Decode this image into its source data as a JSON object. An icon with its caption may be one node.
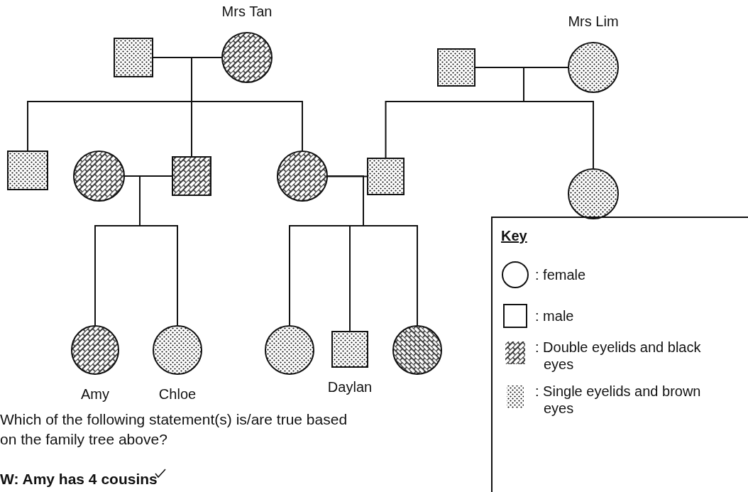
{
  "diagram": {
    "nodes": [
      {
        "text": [],
        "shape": "box"
      },
      {
        "text": [],
        "shape": "circle",
        "beside": [
          "Mrs Tan"
        ]
      },
      {
        "text": [],
        "shape": "box"
      },
      {
        "text": [],
        "shape": "circle",
        "beside": [
          "Mrs Lim"
        ]
      },
      {
        "text": [],
        "shape": "box"
      },
      {
        "text": [],
        "shape": "circle"
      },
      {
        "text": [],
        "shape": "box"
      },
      {
        "text": [],
        "shape": "circle"
      },
      {
        "text": [],
        "shape": "box"
      },
      {
        "text": [],
        "shape": "circle"
      },
      {
        "text": [],
        "shape": "circle",
        "beside": [
          "Amy"
        ]
      },
      {
        "text": [],
        "shape": "circle",
        "beside": [
          "Chloe"
        ]
      },
      {
        "text": [],
        "shape": "circle"
      },
      {
        "text": [],
        "shape": "box",
        "beside": [
          "Daylan"
        ]
      },
      {
        "text": [],
        "shape": "circle"
      }
    ],
    "edges": [
      {
        "from": 0,
        "to": 1,
        "arrow": "none"
      },
      {
        "from": 2,
        "to": 3,
        "arrow": "none"
      },
      {
        "from": 1,
        "to": 4,
        "arrow": "none"
      },
      {
        "from": 1,
        "to": 6,
        "arrow": "none"
      },
      {
        "from": 1,
        "to": 7,
        "arrow": "none"
      },
      {
        "from": 3,
        "to": 8,
        "arrow": "none"
      },
      {
        "from": 3,
        "to": 9,
        "arrow": "none"
      },
      {
        "from": 5,
        "to": 6,
        "arrow": "none"
      },
      {
        "from": 7,
        "to": 8,
        "arrow": "none"
      },
      {
        "from": 5,
        "to": 10,
        "arrow": "none"
      },
      {
        "from": 5,
        "to": 11,
        "arrow": "none"
      },
      {
        "from": 7,
        "to": 12,
        "arrow": "none"
      },
      {
        "from": 7,
        "to": 13,
        "arrow": "none"
      },
      {
        "from": 7,
        "to": 14,
        "arrow": "none"
      }
    ],
    "labels": [
      "Key",
      "Which of the following statement(s) is/are true based on the family tree above?",
      "W: Amy has 4 cousins"
    ],
    "legend": [
      {
        "text": ": female"
      },
      {
        "text": ": male"
      },
      {
        "text": ": Double eyelids and black eyes"
      },
      {
        "text": ": Single eyelids and brown eyes"
      }
    ]
  }
}
